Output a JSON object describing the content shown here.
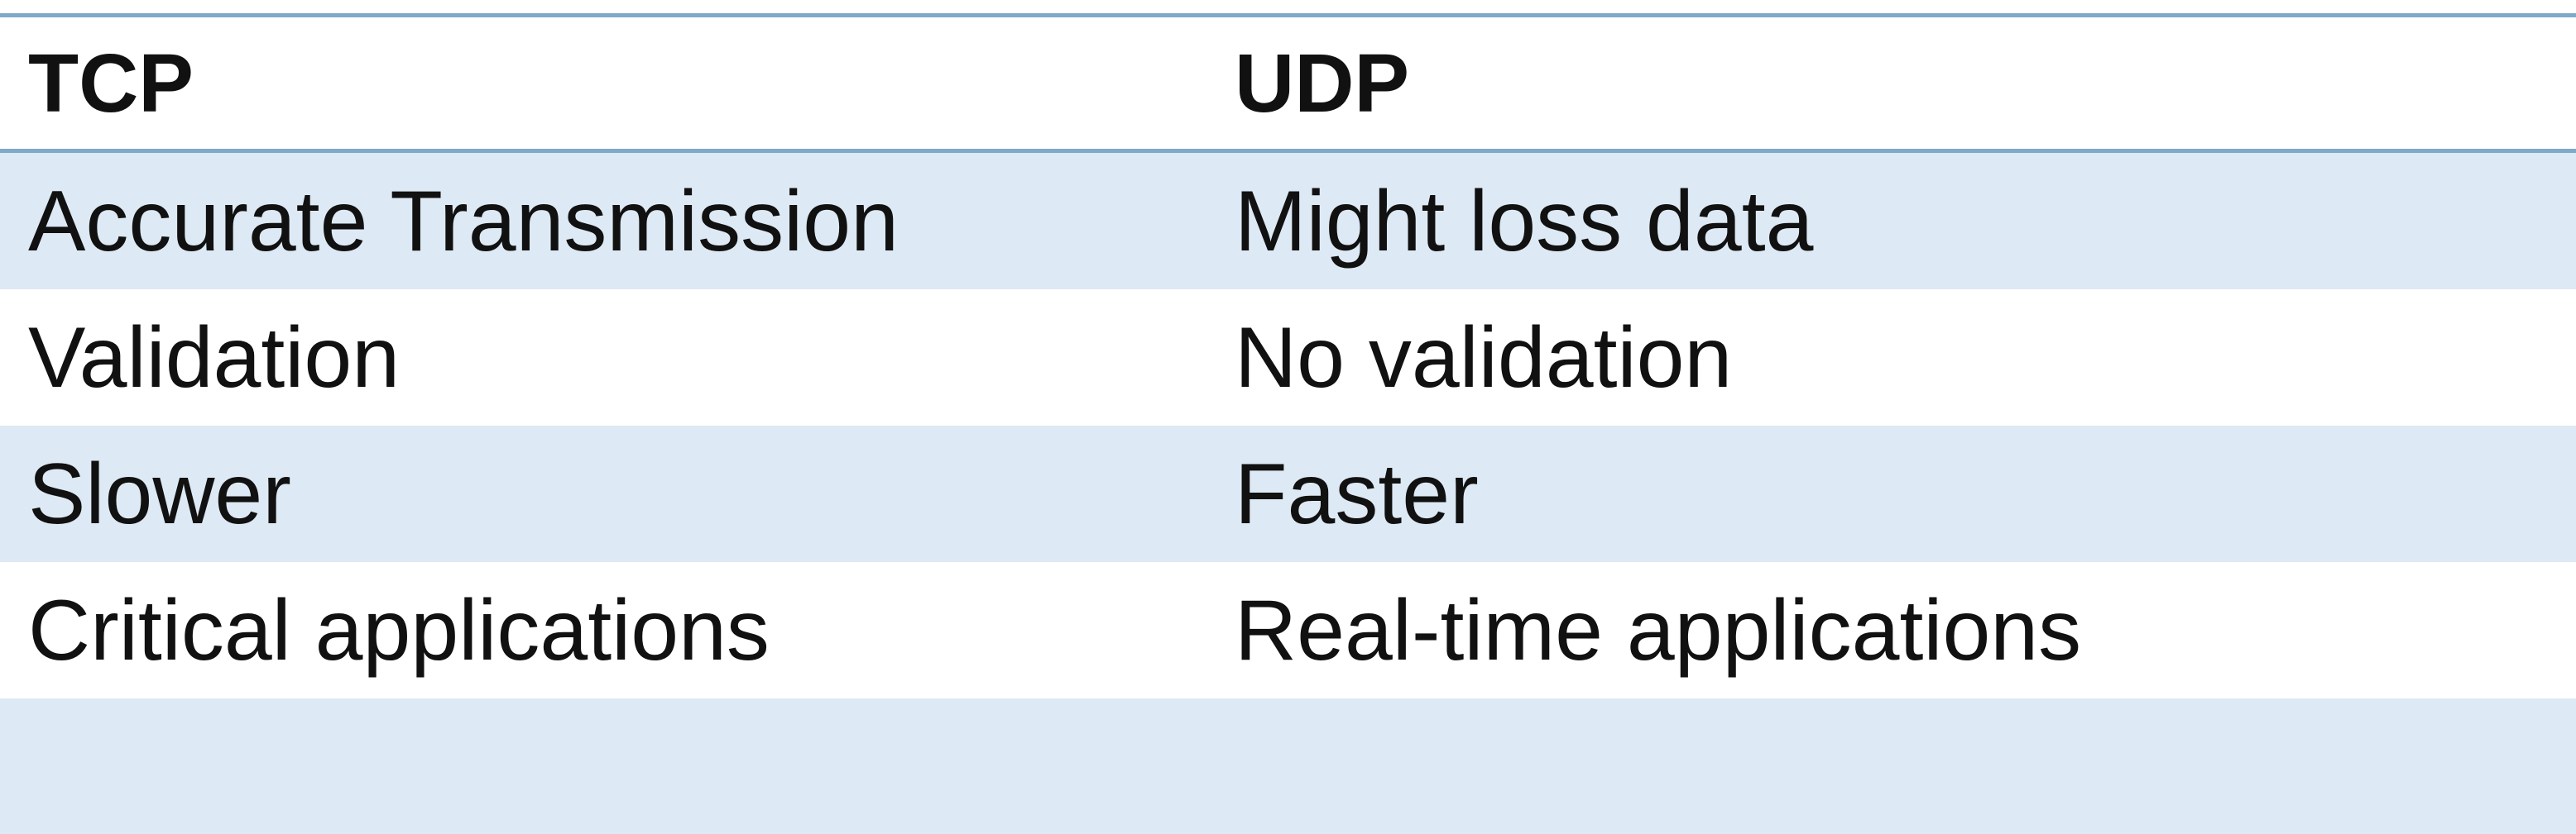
{
  "table": {
    "headers": [
      "TCP",
      "UDP"
    ],
    "rows": [
      [
        "Accurate Transmission",
        "Might loss data"
      ],
      [
        "Validation",
        "No validation"
      ],
      [
        "Slower",
        "Faster"
      ],
      [
        "Critical applications",
        "Real-time applications"
      ],
      [
        "",
        ""
      ]
    ]
  },
  "colors": {
    "rule": "#7fa9c9",
    "band": "#dde9f4",
    "text": "#111111"
  }
}
